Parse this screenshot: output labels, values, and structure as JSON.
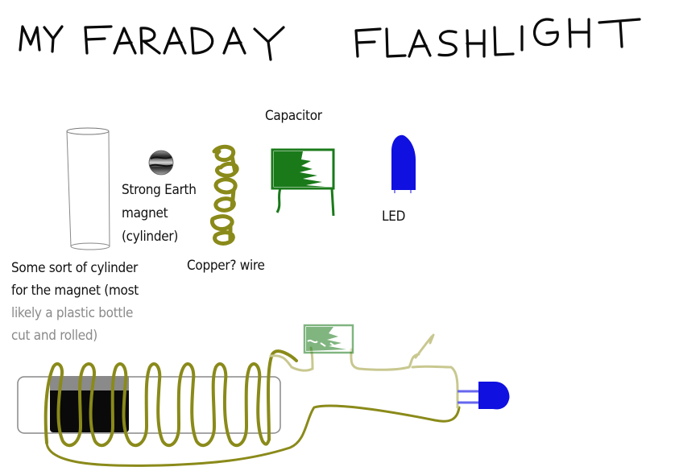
{
  "title": {
    "word1": "MY",
    "word2": "FARADAY",
    "word3": "FLASHLIGHT"
  },
  "components": {
    "capacitor_label": "Capacitor",
    "led_label": "LED",
    "magnet_label": [
      "Strong Earth",
      "magnet",
      "(cylinder)"
    ],
    "wire_label": "Copper? wire",
    "cylinder_label_dark": [
      "Some sort of cylinder",
      "for the magnet (most"
    ],
    "cylinder_label_grey": [
      "likely a plastic bottle",
      "cut and rolled)"
    ]
  },
  "colors": {
    "wire": "#8a8a1a",
    "wire_light": "#c8c890",
    "capacitor": "#1a7a1a",
    "led": "#1010e0",
    "magnet": "#000000"
  }
}
